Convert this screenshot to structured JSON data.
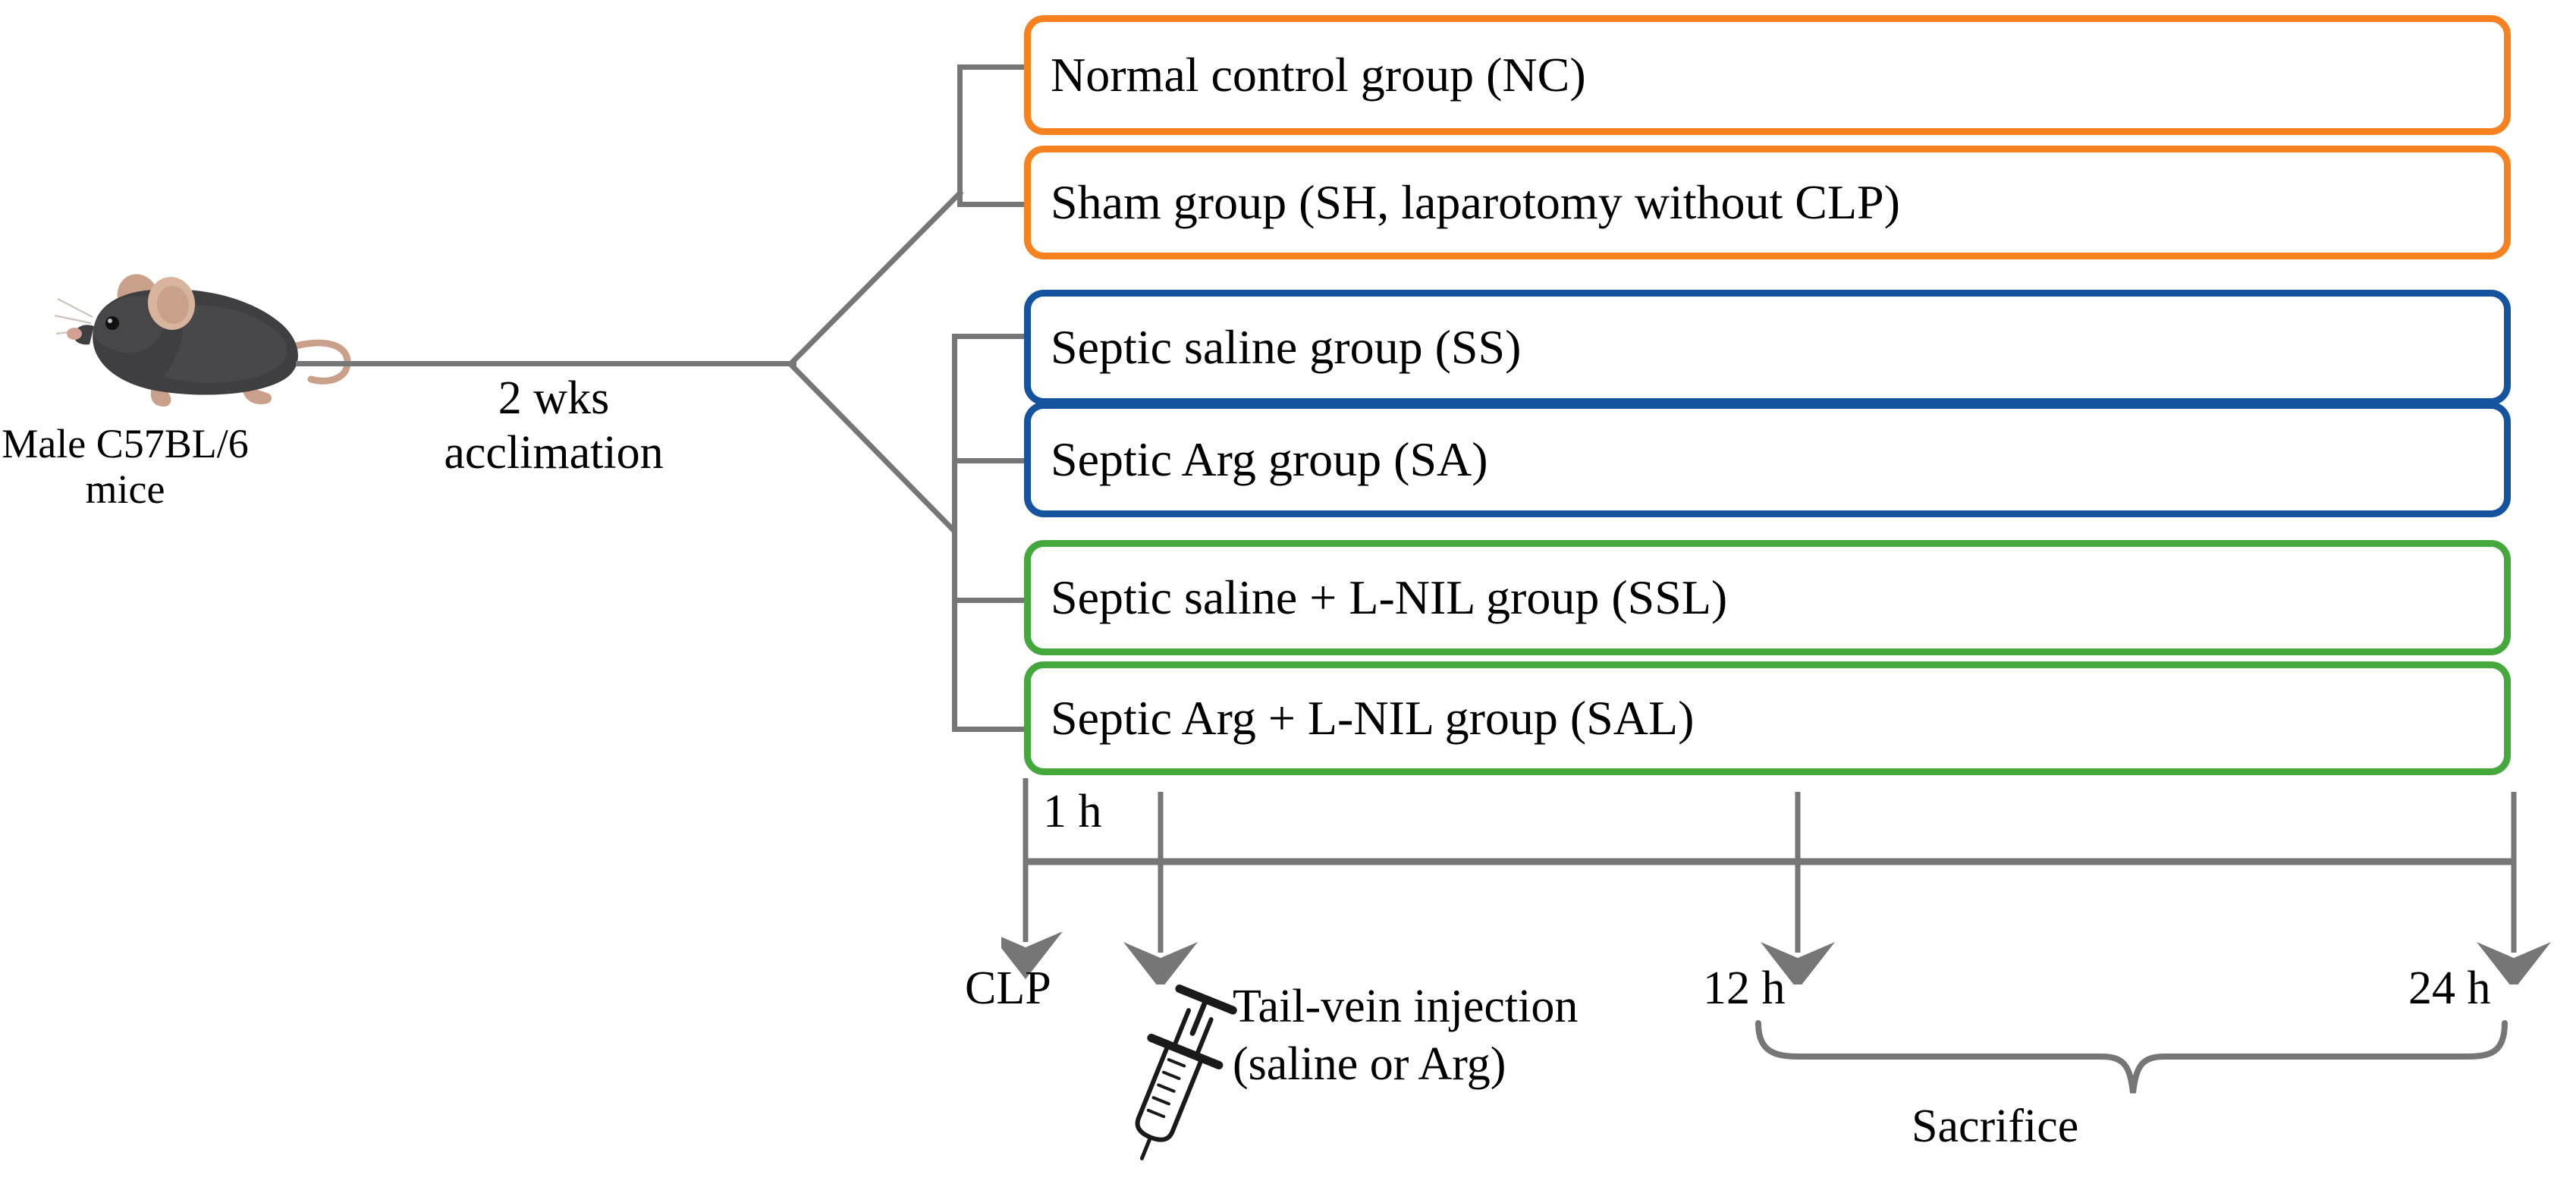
{
  "diagram": {
    "title": "Mouse sepsis experimental design flow chart",
    "subject": {
      "icon": "mouse-illustration",
      "label_line1": "Male C57BL/6",
      "label_line2": "mice"
    },
    "acclimation": {
      "line1": "2 wks",
      "line2": "acclimation"
    },
    "groups": [
      {
        "label": "Normal control group (NC)",
        "color": "#F6821F",
        "color_name": "orange"
      },
      {
        "label": "Sham group (SH, laparotomy  without CLP)",
        "color": "#F6821F",
        "color_name": "orange"
      },
      {
        "label": "Septic saline group (SS)",
        "color": "#15539E",
        "color_name": "blue"
      },
      {
        "label": "Septic Arg group (SA)",
        "color": "#15539E",
        "color_name": "blue"
      },
      {
        "label": "Septic saline + L-NIL group (SSL)",
        "color": "#45A83D",
        "color_name": "green"
      },
      {
        "label": "Septic Arg + L-NIL group  (SAL)",
        "color": "#45A83D",
        "color_name": "green"
      }
    ],
    "timeline": {
      "interval_label": "1 h",
      "events": [
        {
          "label": "CLP"
        },
        {
          "label": "Tail-vein injection",
          "sub_label": "(saline or Arg)",
          "icon": "syringe-icon"
        },
        {
          "label": "12 h"
        },
        {
          "label": "24 h"
        }
      ],
      "brace_label": "Sacrifice",
      "line_color": "#767676"
    }
  }
}
